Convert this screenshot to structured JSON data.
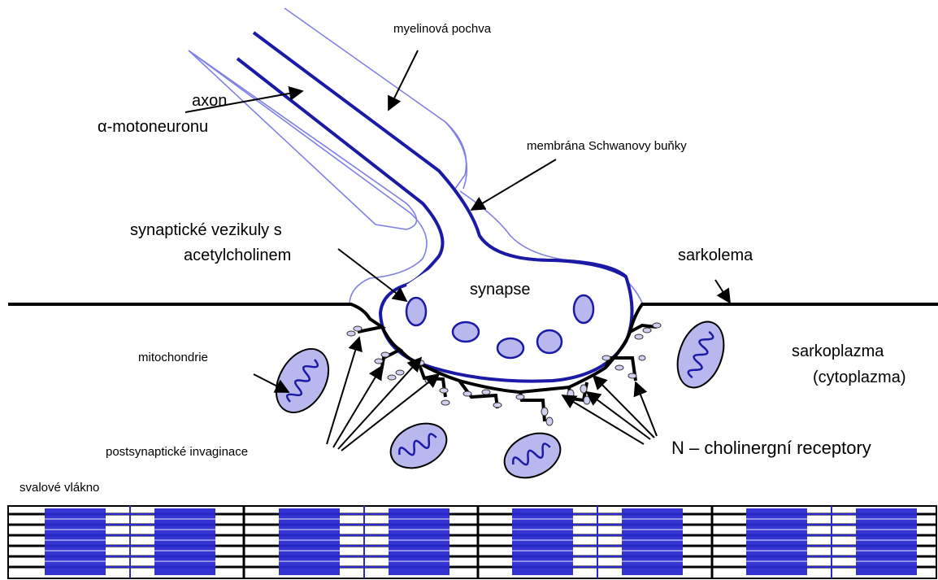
{
  "labels": {
    "axon_line1": "axon",
    "axon_line2": "α-motoneuronu",
    "myelin": "myelinová pochva",
    "schwann": "membrána Schwanovy buňky",
    "vesicles_line1": "synaptické vezikuly s",
    "vesicles_line2": "acetylcholinem",
    "synapse": "synapse",
    "sarcolemma": "sarkolema",
    "mitochondria": "mitochondrie",
    "sarcoplasm_line1": "sarkoplazma",
    "sarcoplasm_line2": "(cytoplazma)",
    "invaginations": "postsynaptické invaginace",
    "receptors": "N – cholinergní receptory",
    "muscle_fiber": "svalové vlákno"
  },
  "colors": {
    "axon": "#1a1aa6",
    "myelin": "#8080e6",
    "organelle_fill": "#b8b8ee",
    "membrane": "#000000",
    "myofibril": "#2a2ad0"
  }
}
